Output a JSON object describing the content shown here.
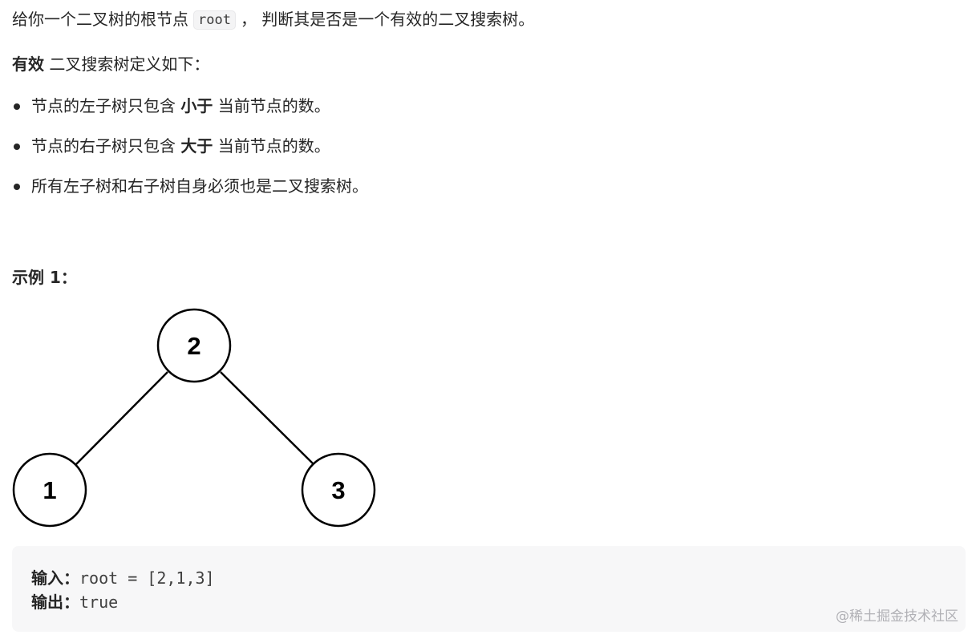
{
  "intro": {
    "before": "给你一个二叉树的根节点",
    "code": "root",
    "after": "，  判断其是否是一个有效的二叉搜索树。"
  },
  "definition": {
    "bold": "有效",
    "rest": " 二叉搜索树定义如下："
  },
  "rules": [
    {
      "before": "节点的左子树只包含 ",
      "bold": "小于",
      "after": " 当前节点的数。"
    },
    {
      "before": "节点的右子树只包含 ",
      "bold": "大于",
      "after": " 当前节点的数。"
    },
    {
      "before": "所有左子树和右子树自身必须也是二叉搜索树。",
      "bold": "",
      "after": ""
    }
  ],
  "example": {
    "title": "示例 1：",
    "tree": {
      "root": "2",
      "left": "1",
      "right": "3"
    },
    "input_label": "输入：",
    "input_value": "root = [2,1,3]",
    "output_label": "输出：",
    "output_value": "true"
  },
  "watermark": "@稀土掘金技术社区"
}
